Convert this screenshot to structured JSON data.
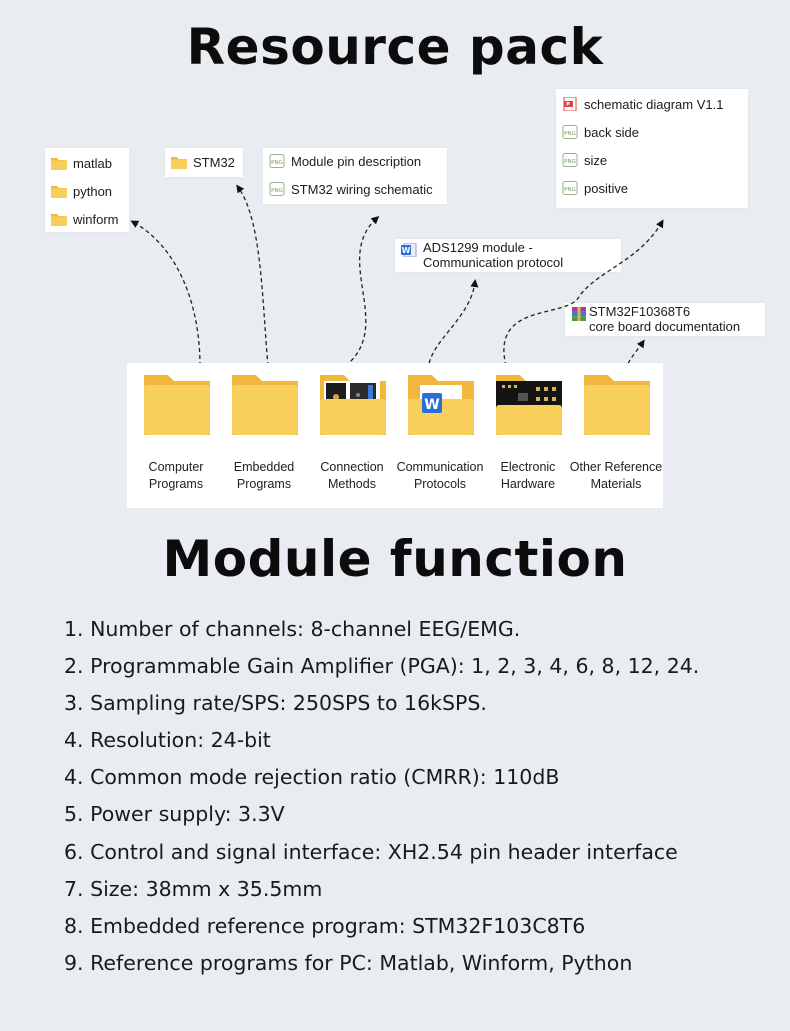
{
  "titles": {
    "resource": "Resource pack",
    "module": "Module function"
  },
  "cards": {
    "matlab_group": [
      {
        "label": "matlab",
        "icon": "folder-icon"
      },
      {
        "label": "python",
        "icon": "folder-icon"
      },
      {
        "label": "winform",
        "icon": "folder-icon"
      }
    ],
    "stm32_group": [
      {
        "label": "STM32",
        "icon": "folder-icon"
      }
    ],
    "connection_group": [
      {
        "label": "Module pin description",
        "icon": "png-file-icon"
      },
      {
        "label": "STM32 wiring schematic",
        "icon": "png-file-icon"
      }
    ],
    "word_group": {
      "line1": "ADS1299 module -",
      "line2": "Communication protocol",
      "icon": "word-doc-icon"
    },
    "hardware_group": [
      {
        "label": "schematic diagram V1.1",
        "icon": "pdf-file-icon"
      },
      {
        "label": "back side",
        "icon": "png-file-icon"
      },
      {
        "label": "size",
        "icon": "png-file-icon"
      },
      {
        "label": "positive",
        "icon": "png-file-icon"
      }
    ],
    "rar_group": {
      "line1": "STM32F10368T6",
      "line2": "core board documentation",
      "icon": "rar-archive-icon"
    }
  },
  "folders": [
    {
      "line1": "Computer",
      "line2": "Programs",
      "icon": "folder-icon"
    },
    {
      "line1": "Embedded",
      "line2": "Programs",
      "icon": "folder-icon"
    },
    {
      "line1": "Connection",
      "line2": "Methods",
      "icon": "folder-with-board-icon"
    },
    {
      "line1": "Communication",
      "line2": "Protocols",
      "icon": "folder-with-word-doc-icon"
    },
    {
      "line1": "Electronic",
      "line2": "Hardware",
      "icon": "folder-with-pcb-icon"
    },
    {
      "line1": "Other Reference",
      "line2": "Materials",
      "icon": "folder-icon"
    }
  ],
  "features": [
    "1. Number of channels: 8-channel EEG/EMG.",
    "2. Programmable Gain Amplifier (PGA): 1, 2, 3, 4, 6, 8, 12, 24.",
    "3. Sampling rate/SPS: 250SPS to 16kSPS.",
    "4. Resolution: 24-bit",
    "4. Common mode rejection ratio (CMRR): 110dB",
    "5. Power supply: 3.3V",
    "6. Control and signal interface: XH2.54 pin header interface",
    "7. Size: 38mm x 35.5mm",
    "8. Embedded reference program: STM32F103C8T6",
    "9. Reference programs for PC: Matlab, Winform, Python"
  ],
  "colors": {
    "background": "#e9edf1",
    "folder": "#f8cf5a",
    "folder_back": "#f0b93c",
    "word": "#2b6fd6",
    "pdf": "#e0463e"
  }
}
